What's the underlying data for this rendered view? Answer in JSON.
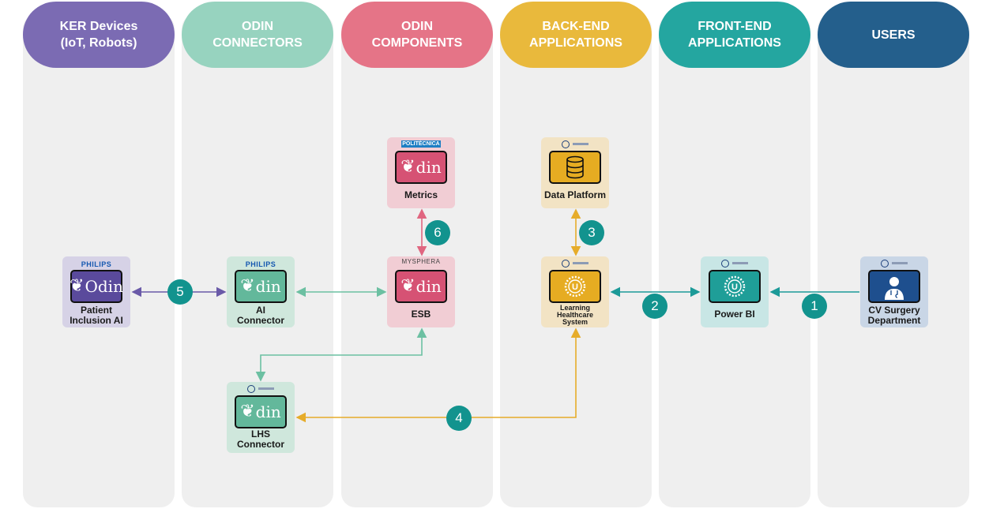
{
  "columns": [
    {
      "line1": "KER Devices",
      "line2": "(IoT, Robots)",
      "color": "#7b6bb3"
    },
    {
      "line1": "ODIN",
      "line2": "CONNECTORS",
      "color": "#97d3bf"
    },
    {
      "line1": "ODIN",
      "line2": "COMPONENTS",
      "color": "#e57487"
    },
    {
      "line1": "BACK-END",
      "line2": "APPLICATIONS",
      "color": "#e9b93c"
    },
    {
      "line1": "FRONT-END",
      "line2": "APPLICATIONS",
      "color": "#24a6a0"
    },
    {
      "line1": "USERS",
      "line2": "",
      "color": "#245f8c"
    }
  ],
  "nodes": {
    "patient_inclusion": {
      "brand": "PHILIPS",
      "logo": "Odin",
      "line1": "Patient",
      "line2": "Inclusion AI",
      "icon": "odin-logo-icon"
    },
    "ai_connector": {
      "brand": "PHILIPS",
      "logo": "din",
      "line1": "AI",
      "line2": "Connector",
      "icon": "odin-logo-icon"
    },
    "lhs_connector": {
      "logo": "din",
      "line1": "LHS",
      "line2": "Connector",
      "icon": "odin-logo-icon"
    },
    "metrics": {
      "brand": "POLITÈCNICA",
      "logo": "din",
      "line1": "Metrics",
      "icon": "odin-logo-icon"
    },
    "esb": {
      "brand": "MYSPHERA",
      "logo": "din",
      "line1": "ESB",
      "icon": "odin-logo-icon"
    },
    "data_platform": {
      "line1": "Data Platform",
      "icon": "database-icon"
    },
    "lhs": {
      "line1": "Learning",
      "line2": "Healthcare",
      "line3": "System",
      "icon": "umc-sun-icon"
    },
    "power_bi": {
      "line1": "Power BI",
      "icon": "umc-sun-icon"
    },
    "cv_surgery": {
      "line1": "CV Surgery",
      "line2": "Department",
      "icon": "doctor-icon"
    }
  },
  "steps": [
    "1",
    "2",
    "3",
    "4",
    "5",
    "6"
  ],
  "colors": {
    "purple_arrow": "#6a5aa8",
    "green_arrow": "#6cc0a2",
    "pink_arrow": "#e06680",
    "gold_arrow": "#e6ac2a",
    "teal_arrow": "#1c9a98",
    "step_badge": "#12938e"
  }
}
